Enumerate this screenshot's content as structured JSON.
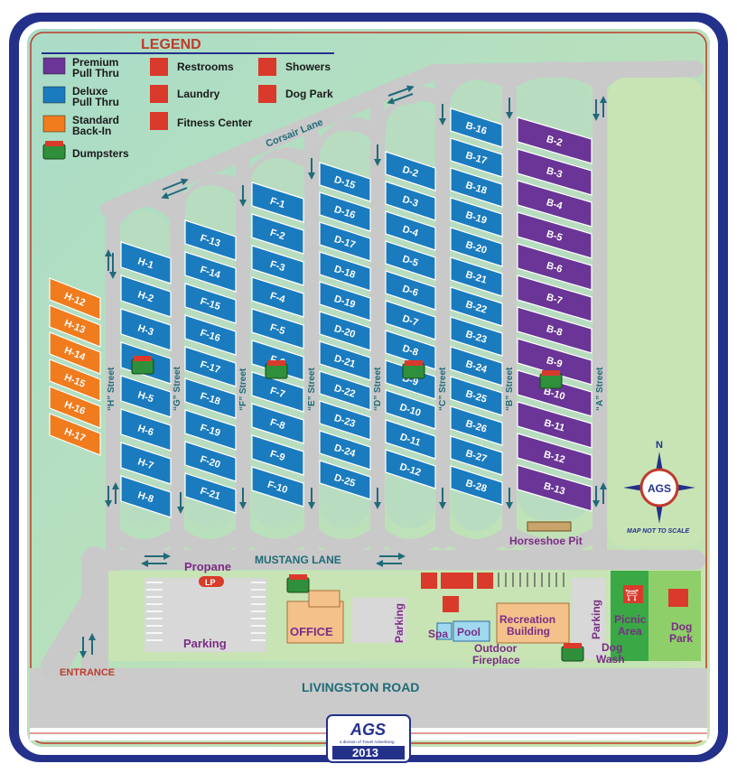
{
  "legend": {
    "title": "LEGEND",
    "site_types": [
      {
        "label_1": "Premium",
        "label_2": "Pull Thru",
        "color": "#6a3596"
      },
      {
        "label_1": "Deluxe",
        "label_2": "Pull Thru",
        "color": "#1a7bbf"
      },
      {
        "label_1": "Standard",
        "label_2": "Back-In",
        "color": "#f07c1e"
      }
    ],
    "dumpsters": "Dumpsters",
    "amenities": {
      "restrooms": "Restrooms",
      "laundry": "Laundry",
      "fitness": "Fitness Center",
      "showers": "Showers",
      "dog_park": "Dog Park"
    }
  },
  "roads": {
    "corsair": "Corsair Lane",
    "mustang": "MUSTANG LANE",
    "livingston": "LIVINGSTON ROAD",
    "entrance": "ENTRANCE",
    "streets": {
      "h": "“H” Street",
      "g": "“G” Street",
      "f": "“F” Street",
      "e": "“E” Street",
      "d": "“D” Street",
      "c": "“C” Street",
      "b": "“B” Street",
      "a": "“A” Street"
    }
  },
  "facilities": {
    "propane": "Propane",
    "lp": "LP",
    "parking": "Parking",
    "office": "OFFICE",
    "spa": "Spa",
    "pool": "Pool",
    "recreation_1": "Recreation",
    "recreation_2": "Building",
    "outdoor_1": "Outdoor",
    "outdoor_2": "Fireplace",
    "picnic_1": "Picnic",
    "picnic_2": "Area",
    "dogpark_1": "Dog",
    "dogpark_2": "Park",
    "dogwash_1": "Dog",
    "dogwash_2": "Wash",
    "horseshoe": "Horseshoe Pit"
  },
  "compass": {
    "north": "N",
    "badge": "AGS",
    "note": "MAP NOT TO SCALE"
  },
  "logo": {
    "name": "AGS",
    "tagline": "a division of Travel Advertising",
    "year": "2013"
  },
  "colors": {
    "premium": "#6a3596",
    "deluxe": "#1a7bbf",
    "standard": "#f07c1e",
    "grass": "#bfe0b0",
    "road": "#c9c9c9",
    "frame": "#23318a",
    "amenity_red": "#d93a2b",
    "label_purple": "#7a2d84"
  },
  "sites": {
    "H_standard": [
      "H-12",
      "H-13",
      "H-14",
      "H-15",
      "H-16",
      "H-17"
    ],
    "H": [
      "H-1",
      "H-2",
      "H-3",
      "H-4",
      "H-5",
      "H-6",
      "H-7",
      "H-8"
    ],
    "F_left": [
      "F-13",
      "F-14",
      "F-15",
      "F-16",
      "F-17",
      "F-18",
      "F-19",
      "F-20",
      "F-21"
    ],
    "F_right": [
      "F-1",
      "F-2",
      "F-3",
      "F-4",
      "F-5",
      "F-6",
      "F-7",
      "F-8",
      "F-9",
      "F-10"
    ],
    "D_left": [
      "D-15",
      "D-16",
      "D-17",
      "D-18",
      "D-19",
      "D-20",
      "D-21",
      "D-22",
      "D-23",
      "D-24",
      "D-25"
    ],
    "D_right": [
      "D-2",
      "D-3",
      "D-4",
      "D-5",
      "D-6",
      "D-7",
      "D-8",
      "D-9",
      "D-10",
      "D-11",
      "D-12"
    ],
    "B_left": [
      "B-16",
      "B-17",
      "B-18",
      "B-19",
      "B-20",
      "B-21",
      "B-22",
      "B-23",
      "B-24",
      "B-25",
      "B-26",
      "B-27",
      "B-28"
    ],
    "B_right": [
      "B-2",
      "B-3",
      "B-4",
      "B-5",
      "B-6",
      "B-7",
      "B-8",
      "B-9",
      "B-10",
      "B-11",
      "B-12",
      "B-13"
    ]
  }
}
